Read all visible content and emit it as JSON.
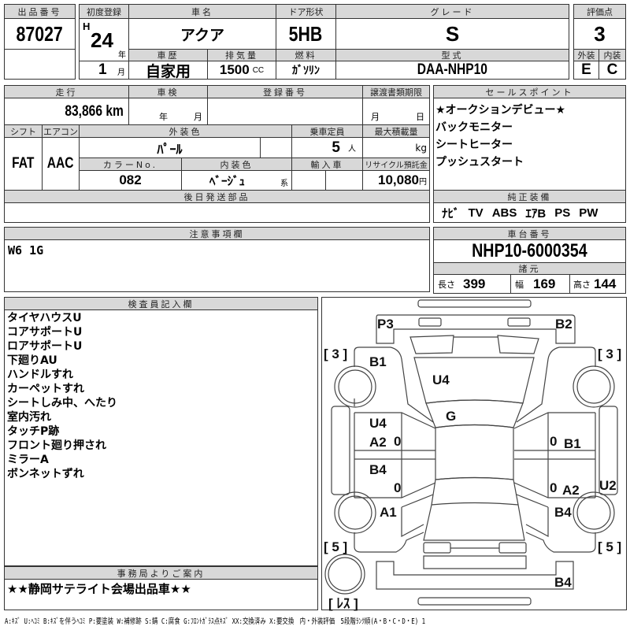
{
  "lot": {
    "label": "出品番号",
    "value": "87027"
  },
  "first_reg": {
    "label": "初度登録",
    "era": "H",
    "year": "24",
    "year_unit": "年",
    "month": "1",
    "month_unit": "月"
  },
  "car_name": {
    "label": "車名",
    "value": "アクア"
  },
  "door": {
    "label": "ドア形状",
    "value": "5HB"
  },
  "grade": {
    "label": "グレード",
    "value": "S"
  },
  "score": {
    "label": "評価点",
    "value": "3",
    "ext_label": "外装",
    "int_label": "内装",
    "ext": "E",
    "int": "C"
  },
  "history": {
    "label": "車歴",
    "value": "自家用"
  },
  "displacement": {
    "label": "排気量",
    "value": "1500",
    "unit": "CC"
  },
  "fuel": {
    "label": "燃料",
    "value": "ｶﾞｿﾘﾝ"
  },
  "model": {
    "label": "型式",
    "value": "DAA-NHP10"
  },
  "mileage": {
    "label": "走行",
    "value": "83,866 km"
  },
  "inspection": {
    "label": "車検",
    "year_unit": "年",
    "month_unit": "月"
  },
  "reg_no": {
    "label": "登録番号"
  },
  "transfer": {
    "label": "譲渡書類期限",
    "month_unit": "月",
    "day_unit": "日"
  },
  "shift": {
    "label": "シフト",
    "value": "FAT"
  },
  "aircon": {
    "label": "エアコン",
    "value": "AAC"
  },
  "ext_color": {
    "label": "外装色",
    "value": "ﾊﾟｰﾙ"
  },
  "capacity": {
    "label": "乗車定員",
    "value": "5",
    "unit": "人"
  },
  "max_load": {
    "label": "最大積載量",
    "unit": "kg"
  },
  "color_no": {
    "label": "カラーNo.",
    "value": "082"
  },
  "int_color": {
    "label": "内装色",
    "value": "ﾍﾞｰｼﾞｭ",
    "suffix": "系"
  },
  "import": {
    "label": "輸入車"
  },
  "recycle": {
    "label": "リサイクル預託金",
    "value": "10,080",
    "unit": "円"
  },
  "later_parts": {
    "label": "後日発送部品"
  },
  "sales_points": {
    "label": "セールスポイント",
    "items": [
      "★オークションデビュー★",
      "バックモニター",
      "シートヒーター",
      "プッシュスタート"
    ]
  },
  "equipment": {
    "label": "純正装備",
    "items": [
      "ﾅﾋﾞ",
      "TV",
      "ABS",
      "ｴｱB",
      "PS",
      "PW"
    ]
  },
  "chassis": {
    "label": "車台番号",
    "value": "NHP10-6000354"
  },
  "specs": {
    "label": "諸元",
    "length_label": "長さ",
    "length": "399",
    "width_label": "幅",
    "width": "169",
    "height_label": "高さ",
    "height": "144"
  },
  "notes": {
    "label": "注意事項欄",
    "value": "W6 1G"
  },
  "inspector": {
    "label": "検査員記入欄",
    "items": [
      "タイヤハウスU",
      "コアサポートU",
      "ロアサポートU",
      "下廻りAU",
      "ハンドルすれ",
      "カーペットすれ",
      "シートしみ中、へたり",
      "室内汚れ",
      "タッチP跡",
      "フロント廻り押され",
      "ミラーA",
      "ボンネットずれ"
    ]
  },
  "office": {
    "label": "事務局よりご案内",
    "value": "★★静岡サテライト会場出品車★★"
  },
  "diagram": {
    "marks": {
      "front_bumper_left": "P3",
      "front_bumper_right": "B2",
      "front_left_fender": "B1",
      "hood": "U4",
      "windshield": "G",
      "front_left_door_1": "U4",
      "front_left_door_2": "A2",
      "rear_left_door": "B4",
      "rear_left_fender": "A1",
      "front_right_door": "B1",
      "rear_right_door": "A2",
      "right_sill": "U2",
      "rear_right_fender": "B4",
      "rear_bumper": "B4"
    },
    "door_zero": "0",
    "tire_fl": "[ 3 ]",
    "tire_fr": "[ 3 ]",
    "tire_rl": "[ 5 ]",
    "tire_rr": "[ 5 ]",
    "spare": "[ ﾚｽ ]"
  },
  "legend": "A:ｷｽﾞ U:ﾍｺﾐ B:ｷｽﾞを伴うﾍｺﾐ P:要塗装 W:補修跡 S:錆 C:腐食 G:ﾌﾛﾝﾄｶﾞﾗｽ点ｷｽﾞ XX:交換済み X:要交換　内・外装評価　5段階ﾗﾝｸ順(A・B・C・D・E) 1"
}
